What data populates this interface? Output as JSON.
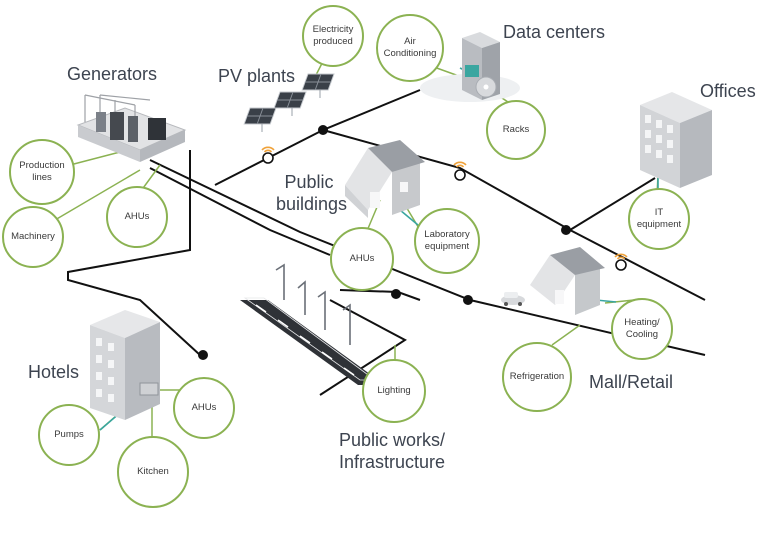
{
  "colors": {
    "line": "#111111",
    "connector": "#3aa6a0",
    "bubble_border": "#8bb252",
    "wifi": "#f0a23a",
    "title": "#3d4450"
  },
  "titles": {
    "generators": "Generators",
    "pv_plants": "PV plants",
    "data_centers": "Data centers",
    "offices": "Offices",
    "public_buildings": "Public\nbuildings",
    "hotels": "Hotels",
    "public_works": "Public works/\nInfrastructure",
    "mall_retail": "Mall/Retail"
  },
  "bubbles": {
    "electricity_produced": "Electricity\nproduced",
    "air_conditioning": "Air\nConditioning",
    "racks": "Racks",
    "production_lines": "Production\nlines",
    "machinery": "Machinery",
    "ahus_generators": "AHUs",
    "ahus_public": "AHUs",
    "laboratory_equipment": "Laboratory\nequipment",
    "it_equipment": "IT\nequipment",
    "heating_cooling": "Heating/\nCooling",
    "refrigeration": "Refrigeration",
    "lighting": "Lighting",
    "ahus_hotels": "AHUs",
    "pumps": "Pumps",
    "kitchen": "Kitchen"
  },
  "icons": [
    "wifi-icon",
    "server-rack-icon",
    "disc-icon",
    "car-icon",
    "street-lamp-icon"
  ]
}
